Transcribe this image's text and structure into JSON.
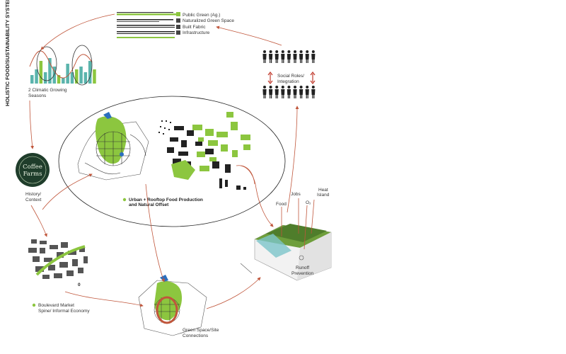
{
  "title_vertical": "HOLISTIC FOOD/SUSTAINABILITY SYSTEM",
  "colors": {
    "green": "#8cc63f",
    "dark": "#222222",
    "arrow": "#c0563b",
    "logo_bg": "#1f3d2b"
  },
  "legend": [
    {
      "label": "Public Green (Ag.)",
      "color": "#8cc63f"
    },
    {
      "label": "Naturalized Green Space",
      "color": "#444444"
    },
    {
      "label": "Built Fabric",
      "color": "#444444"
    },
    {
      "label": "Infrastructure",
      "color": "#444444"
    }
  ],
  "climatic": {
    "label_line1": "2 Climatic Growing",
    "label_line2": "Seasons",
    "bar_values": [
      3,
      5,
      8,
      4,
      9,
      6,
      3,
      2,
      7,
      4,
      5,
      6,
      4,
      8,
      5
    ]
  },
  "coffee_logo": {
    "line1": "Coffee",
    "line2": "Farms"
  },
  "history": {
    "line1": "History/",
    "line2": "Context"
  },
  "urban": {
    "label_line1": "Urban + Rooftop Food Production",
    "label_line2": "and Natural Offset"
  },
  "boulevard": {
    "label_line1": "Boulevard Market",
    "label_line2": "Spine/ Informal Economy"
  },
  "green_space": {
    "line1": "Green Space/Site",
    "line2": "Connections"
  },
  "social": {
    "line1": "Social Roles/",
    "line2": "Integration"
  },
  "rooftop": {
    "food": "Food",
    "jobs": "Jobs",
    "heat_line1": "Heat",
    "heat_line2": "Island",
    "o2": "O₂",
    "runoff_line1": "Runoff",
    "runoff_line2": "Prevention"
  }
}
